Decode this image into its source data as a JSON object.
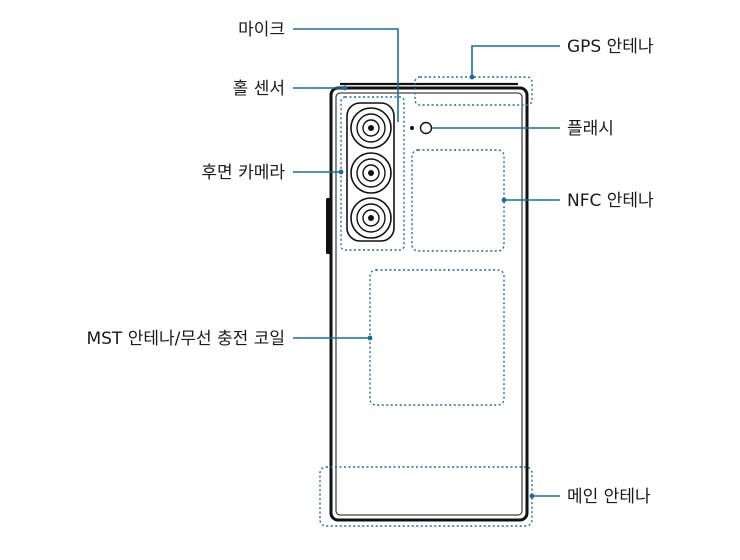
{
  "labels": {
    "mic": "마이크",
    "hall_sensor": "홀 센서",
    "rear_camera": "후면 카메라",
    "mst_antenna": "MST 안테나/무선 충전 코일",
    "gps_antenna": "GPS 안테나",
    "flash": "플래시",
    "nfc_antenna": "NFC 안테나",
    "main_antenna": "메인 안테나"
  },
  "colors": {
    "leader": "#1b6e9c",
    "device_outline": "#111111"
  }
}
